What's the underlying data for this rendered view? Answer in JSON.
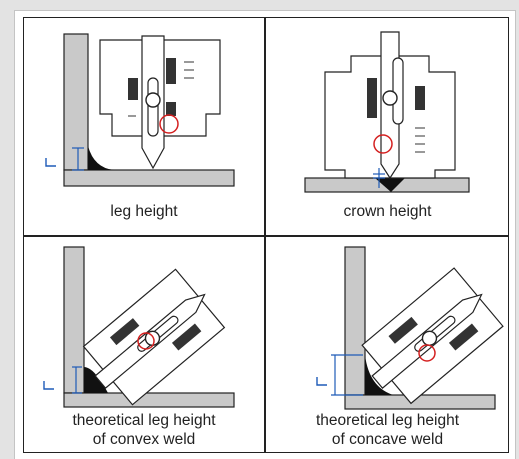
{
  "cells": [
    {
      "caption": "leg height",
      "figure_icon": "fillet-weld-leg-height-gauge-icon"
    },
    {
      "caption": "crown height",
      "figure_icon": "butt-weld-crown-height-gauge-icon"
    },
    {
      "caption": "theoretical leg height\nof convex weld",
      "figure_icon": "convex-fillet-weld-gauge-icon"
    },
    {
      "caption": "theoretical leg height\nof concave weld",
      "figure_icon": "concave-fillet-weld-gauge-icon"
    }
  ],
  "colors": {
    "metal": "#c9c9c9",
    "weld": "#111111",
    "line": "#222222",
    "dimension": "#1e5bb8",
    "highlight": "#d42020",
    "background": "#e3e3e3"
  }
}
